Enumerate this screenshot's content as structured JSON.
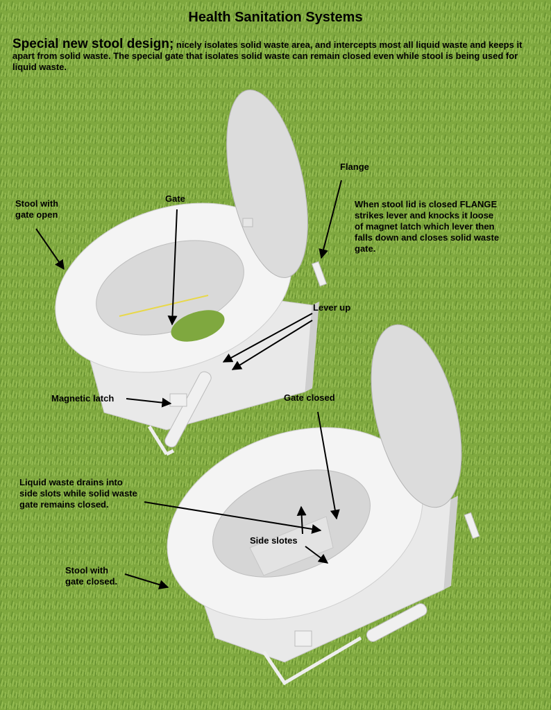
{
  "title": "Health Sanitation Systems",
  "subtitle": {
    "lead": "Special new stool design;",
    "text": " nicely isolates solid waste area, and intercepts most all liquid waste and keeps it apart from solid waste.  The special gate that  isolates solid  waste can remain closed even while stool is being used for liquid waste."
  },
  "labels": {
    "stool_open": "Stool with\n  gate  open",
    "gate": "Gate",
    "flange": "Flange",
    "flange_note": "When stool lid is closed FLANGE\nstrikes lever and knocks it loose\nof magnet latch which lever then\nfalls down and  closes solid waste\n gate.",
    "lever_up": "Lever up",
    "magnetic_latch": "Magnetic latch",
    "gate_closed": "Gate closed",
    "liquid_note": "Liquid waste drains into\nside slots while solid waste\ngate remains closed.",
    "side_slots": "Side slotes",
    "stool_closed": "Stool with\ngate closed."
  },
  "colors": {
    "grass": "#7fa83f",
    "porcelain": "#f2f2f2",
    "shadow": "#bdbdbd",
    "arrow": "#000000",
    "gate_edge": "#e8d84a"
  }
}
